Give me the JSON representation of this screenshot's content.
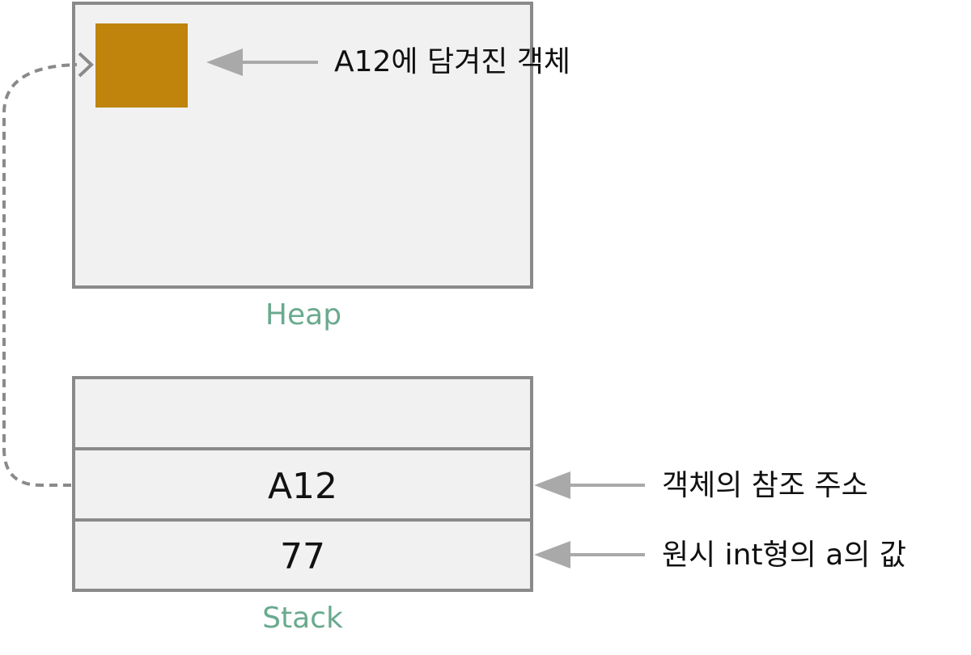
{
  "heap": {
    "label": "Heap",
    "object_annotation": "A12에 담겨진 객체",
    "object_color": "#c0830b"
  },
  "stack": {
    "label": "Stack",
    "cells": [
      {
        "value": ""
      },
      {
        "value": "A12",
        "annotation": "객체의 참조 주소"
      },
      {
        "value": "77",
        "annotation": "원시 int형의 a의 값"
      }
    ]
  },
  "colors": {
    "border": "#8a8a8a",
    "fill": "#f1f1f1",
    "arrow": "#a9a9a9",
    "section_label": "#6aaa8f"
  }
}
